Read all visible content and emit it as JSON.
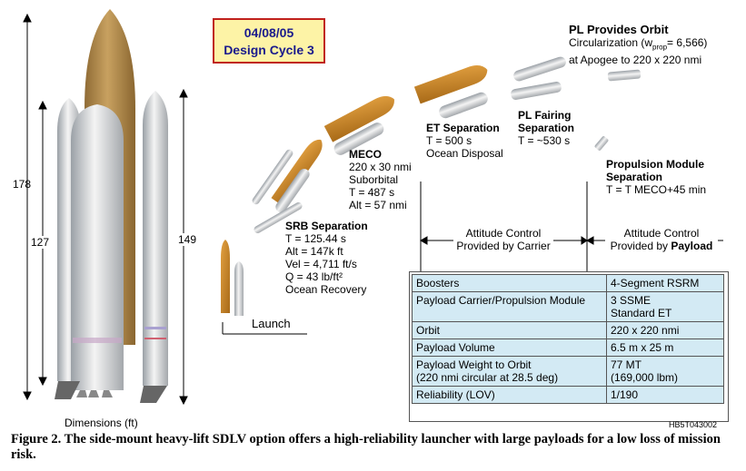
{
  "design_box": {
    "line1": "04/08/05",
    "line2": "Design Cycle 3"
  },
  "dimensions": {
    "label": "Dimensions (ft)",
    "d178": "178",
    "d127": "127",
    "d149": "149"
  },
  "launch": {
    "label": "Launch"
  },
  "srb": {
    "title": "SRB Separation",
    "lines": [
      "T = 125.44 s",
      "Alt = 147k ft",
      "Vel = 4,711 ft/s",
      "Q = 43 lb/ft²",
      "Ocean Recovery"
    ]
  },
  "meco": {
    "title": "MECO",
    "lines": [
      "220 x 30 nmi",
      "Suborbital",
      "T = 487 s",
      "Alt = 57 nmi"
    ]
  },
  "et_sep": {
    "title": "ET Separation",
    "lines": [
      "T = 500 s",
      "Ocean Disposal"
    ]
  },
  "pl_fairing": {
    "title_1": "PL Fairing",
    "title_2": "Separation",
    "line": "T = ~530 s"
  },
  "pl_orbit": {
    "title": "PL Provides Orbit",
    "line1_pre": "Circularization (w",
    "line1_sub": "prop",
    "line1_post": "= 6,566)",
    "line2": "at Apogee to 220 x 220 nmi"
  },
  "prop_module": {
    "title_1": "Propulsion Module",
    "title_2": "Separation",
    "line": "T = T MECO+45 min"
  },
  "attitude_carrier": {
    "line1": "Attitude Control",
    "line2": "Provided by Carrier"
  },
  "attitude_payload": {
    "line1": "Attitude Control",
    "line2_pre": "Provided by ",
    "line2_bold": "Payload"
  },
  "spec_table": {
    "rows": [
      {
        "label": "Boosters",
        "value": "4-Segment RSRM"
      },
      {
        "label": "Payload Carrier/Propulsion Module",
        "value": "3 SSME",
        "value2": "Standard ET"
      },
      {
        "label": "Orbit",
        "value": "220 x 220 nmi"
      },
      {
        "label": "Payload Volume",
        "value": "6.5 m x 25 m"
      },
      {
        "label": "Payload Weight to Orbit",
        "label2": "(220 nmi circular at 28.5 deg)",
        "value": "77 MT",
        "value2": "(169,000 lbm)"
      },
      {
        "label": "Reliability (LOV)",
        "value": "1/190"
      }
    ]
  },
  "figure_code": "HB5T043002",
  "caption": "Figure 2. The side-mount heavy-lift SDLV option offers a high-reliability launcher with large payloads for a low loss of mission risk.",
  "colors": {
    "et_orange": "#c98a2a",
    "et_body": "#b08a4a",
    "table_bg": "#d3eaf4",
    "box_fill": "#fdf3a6",
    "box_border": "#c0201c",
    "box_text": "#1a1a8c"
  }
}
